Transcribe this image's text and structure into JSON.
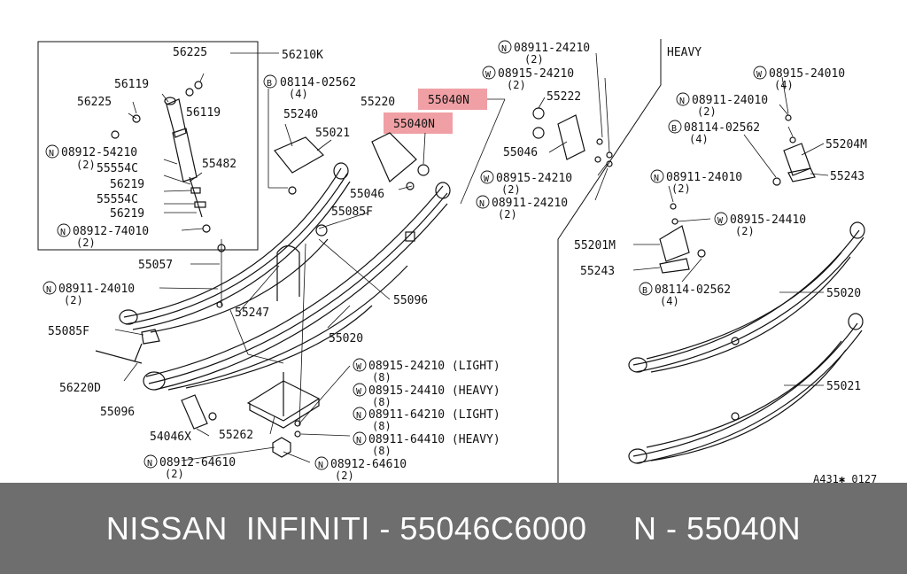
{
  "colors": {
    "highlight": "#f0a0a4",
    "footer_bg": "#6e6e6e",
    "footer_text": "#ffffff",
    "line": "#111111"
  },
  "heavy_label": "HEAVY",
  "ref_code": "A431✱ 0127",
  "footer_text": "NISSAN  INFINITI - 55046C6000     N - 55040N",
  "labels": {
    "l56225a": "56225",
    "l56210k": "56210K",
    "l56119a": "56119",
    "l56225b": "56225",
    "l56119b": "56119",
    "l08912_54210": "08912-54210",
    "l08912_54210q": "(2)",
    "l55554c_a": "55554C",
    "l56219a": "56219",
    "l55554c_b": "55554C",
    "l56219b": "56219",
    "l55482": "55482",
    "l08912_74010": "08912-74010",
    "l08912_74010q": "(2)",
    "l08114_a": "08114-02562",
    "l08114_aq": "(4)",
    "l55240": "55240",
    "l55021a": "55021",
    "l55220": "55220",
    "l55040n_a": "55040N",
    "l55040n_b": "55040N",
    "l55046a": "55046",
    "l55085f_a": "55085F",
    "l08911_24210a": "08911-24210",
    "l08911_24210aq": "(2)",
    "l08915_24210a": "08915-24210",
    "l08915_24210aq": "(2)",
    "l55222": "55222",
    "l55046b": "55046",
    "l08915_24210b": "08915-24210",
    "l08915_24210bq": "(2)",
    "l08911_24210b": "08911-24210",
    "l08911_24210bq": "(2)",
    "l55057": "55057",
    "l08911_24010a": "08911-24010",
    "l08911_24010aq": "(2)",
    "l55247": "55247",
    "l55096a": "55096",
    "l55085f_b": "55085F",
    "l55020a": "55020",
    "l56220d": "56220D",
    "l55096b": "55096",
    "l54046x": "54046X",
    "l55262": "55262",
    "l08912_64610a": "08912-64610",
    "l08912_64610aq": "(2)",
    "l08912_64610b": "08912-64610",
    "l08912_64610bq": "(2)",
    "l08915_24210c": "08915-24210 (LIGHT)",
    "l08915_24210cq": "(8)",
    "l08915_24410a": "08915-24410 (HEAVY)",
    "l08915_24410aq": "(8)",
    "l08911_64210": "08911-64210 (LIGHT)",
    "l08911_64210q": "(8)",
    "l08911_64410": "08911-64410 (HEAVY)",
    "l08911_64410q": "(8)",
    "h08915_24010": "08915-24010",
    "h08915_24010q": "(4)",
    "h08911_24010a": "08911-24010",
    "h08911_24010aq": "(2)",
    "h08114": "08114-02562",
    "h08114q": "(4)",
    "h55204m": "55204M",
    "h55243a": "55243",
    "h08911_24010b": "08911-24010",
    "h08911_24010bq": "(2)",
    "h08915_24410": "08915-24410",
    "h08915_24410q": "(2)",
    "h55201m": "55201M",
    "h55243b": "55243",
    "h08114b": "08114-02562",
    "h08114bq": "(4)",
    "h55020": "55020",
    "h55021": "55021"
  }
}
